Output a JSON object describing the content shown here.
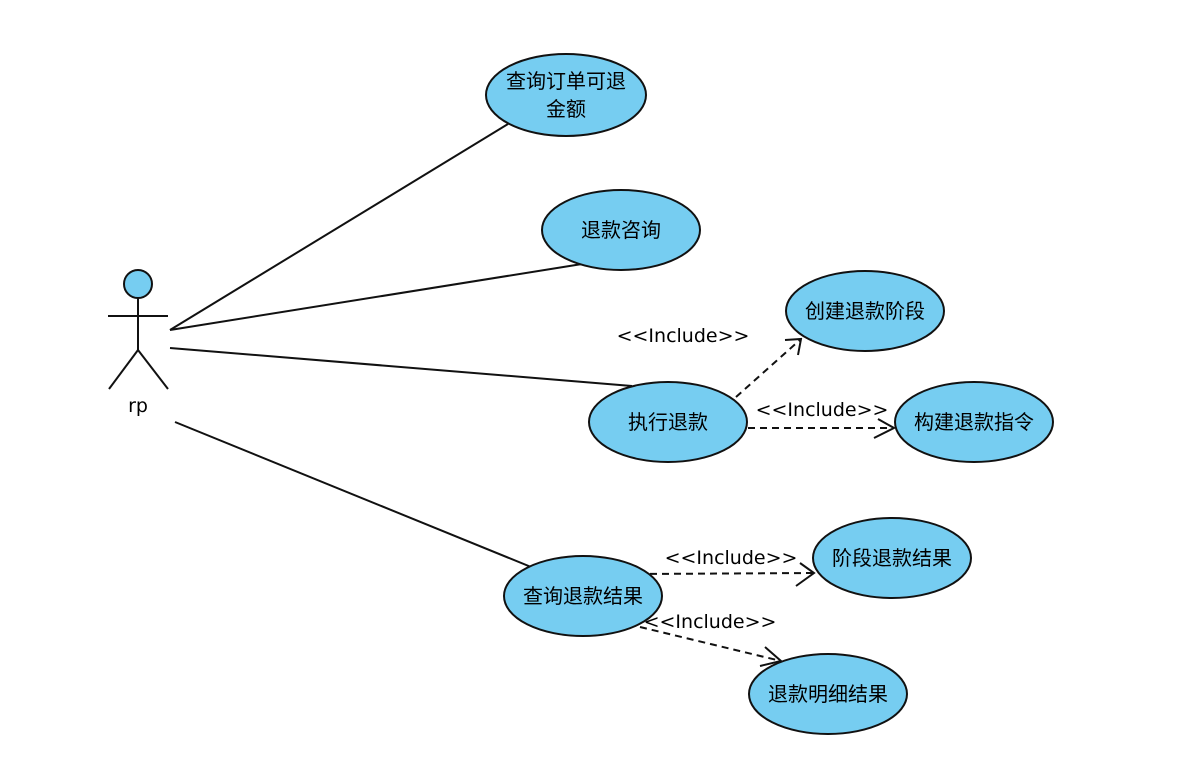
{
  "colors": {
    "usecase_fill": "#76cdf1",
    "stroke": "#111111",
    "background": "#ffffff"
  },
  "actor": {
    "name": "rp"
  },
  "use_cases": {
    "query_refundable": {
      "line1": "查询订单可退",
      "line2": "金额"
    },
    "refund_inquiry": {
      "label": "退款咨询"
    },
    "execute_refund": {
      "label": "执行退款"
    },
    "create_refund_stage": {
      "label": "创建退款阶段"
    },
    "build_refund_instruction": {
      "label": "构建退款指令"
    },
    "query_refund_result": {
      "label": "查询退款结果"
    },
    "stage_refund_result": {
      "label": "阶段退款结果"
    },
    "refund_detail_result": {
      "label": "退款明细结果"
    }
  },
  "include_labels": {
    "exec_to_create": "<<Include>>",
    "exec_to_build": "<<Include>>",
    "query_to_stage": "<<Include>>",
    "query_to_detail": "<<Include>>"
  }
}
